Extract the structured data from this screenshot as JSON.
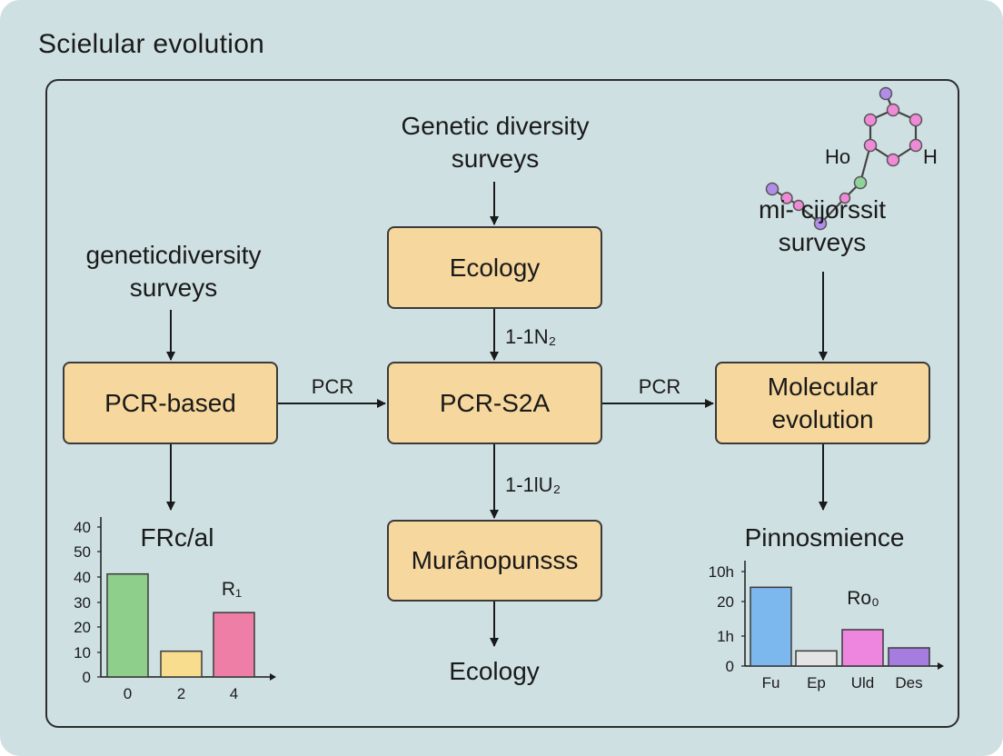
{
  "title": "Scielular evolution",
  "nodes": {
    "ecology_box": "Ecology",
    "pcr_s2a": "PCR-S2A",
    "pcr_based": "PCR-based",
    "molecular_evolution": "Molecular evolution",
    "muranopunsss": "Murânopunsss"
  },
  "labels": {
    "top_center": "Genetic diversity surveys",
    "left": "geneticdiversity surveys",
    "right": "mi- cijorssit surveys",
    "bottom_center": "Ecology",
    "left_chart_title": "FRc/al",
    "right_chart_title": "Pinnosmience"
  },
  "edge_labels": {
    "ecology_to_pcr": "1-1N₂",
    "pcr_to_mura": "1-1lU₂",
    "left_pcr": "PCR",
    "right_pcr": "PCR"
  },
  "molecule": {
    "left": "Ho",
    "right": "H"
  },
  "chart_data": [
    {
      "type": "bar",
      "title": "FRc/al",
      "annotation": "R₁",
      "categories": [
        "0",
        "2",
        "4"
      ],
      "values": [
        40,
        10,
        25
      ],
      "colors": [
        "#8fcf8c",
        "#f9dd8e",
        "#ee7ea5"
      ],
      "y_tick_labels": [
        "0",
        "10",
        "20",
        "30",
        "40",
        "50",
        "40"
      ],
      "ylim": [
        0,
        60
      ],
      "grid": false
    },
    {
      "type": "bar",
      "title": "Pinnosmience",
      "annotation": "Ro₀",
      "categories": [
        "Fu",
        "Ep",
        "Uld",
        "Des"
      ],
      "values": [
        26,
        5,
        12,
        6
      ],
      "colors": [
        "#7cb8ee",
        "#e4e4e4",
        "#ee86e0",
        "#a77ce0"
      ],
      "y_tick_labels": [
        "0",
        "1h",
        "20",
        "10h"
      ],
      "ylim": [
        0,
        33
      ],
      "grid": false
    }
  ]
}
